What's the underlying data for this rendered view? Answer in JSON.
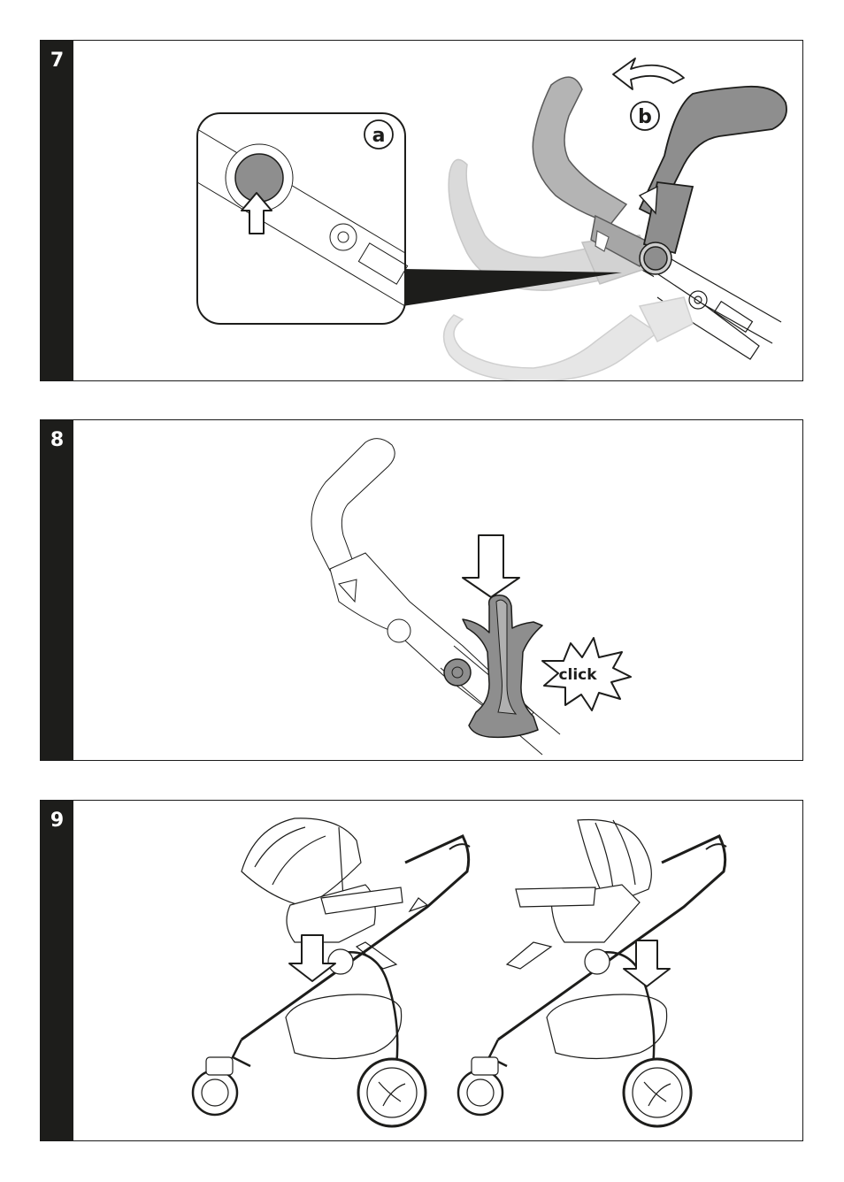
{
  "steps": [
    {
      "number": "7",
      "callouts": {
        "a": "a",
        "b": "b"
      }
    },
    {
      "number": "8",
      "sound_label": "click"
    },
    {
      "number": "9"
    }
  ],
  "colors": {
    "step_bar": "#1d1d1b",
    "handle_dark": "#8e8e8e",
    "handle_mid": "#b4b4b4",
    "handle_light": "#dcdcdc",
    "outline": "#1d1d1b"
  },
  "icons": {
    "press_arrow": "arrow-up-icon",
    "rotate_arrow": "curved-arrow-left-icon",
    "down_arrow": "arrow-down-icon",
    "click_burst": "starburst-icon"
  }
}
